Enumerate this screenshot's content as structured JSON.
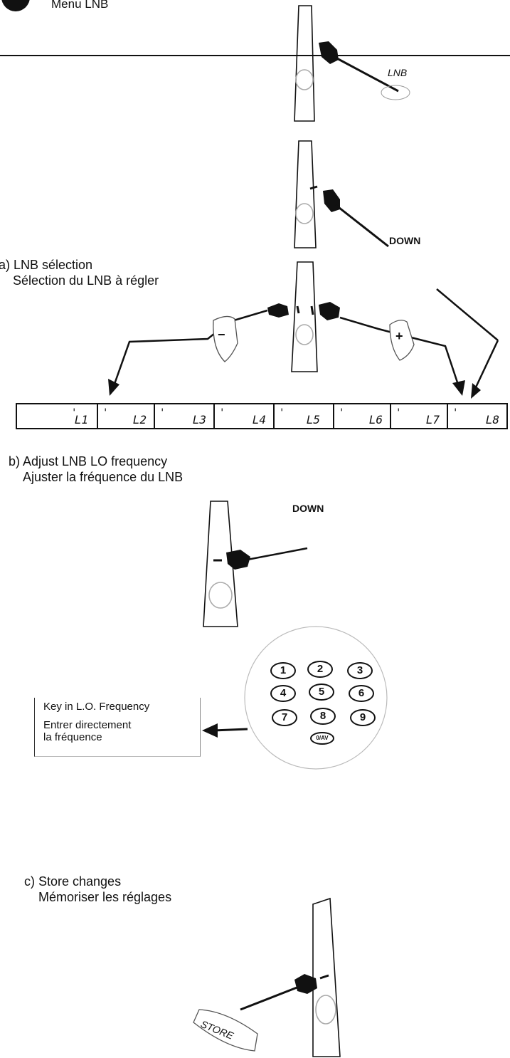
{
  "header": {
    "menu_title": "Menu LNB"
  },
  "step1": {
    "button_label": "LNB"
  },
  "step2": {
    "button_label": "DOWN"
  },
  "section_a": {
    "title": "a) LNB sélection",
    "subtitle": "Sélection du LNB à régler",
    "minus_label": "−",
    "plus_label": "+",
    "lnb_slots": [
      "L1",
      "L2",
      "L3",
      "L4",
      "L5",
      "L6",
      "L7",
      "L8"
    ],
    "slot_tick": "'"
  },
  "section_b": {
    "title": "b) Adjust LNB LO frequency",
    "subtitle": "Ajuster la fréquence du LNB",
    "button_label": "DOWN",
    "note_line1": "Key in L.O. Frequency",
    "note_line2": "Entrer directement",
    "note_line3": "la fréquence",
    "keypad": [
      "1",
      "2",
      "3",
      "4",
      "5",
      "6",
      "7",
      "8",
      "9",
      "0/AV"
    ]
  },
  "section_c": {
    "title": "c) Store changes",
    "subtitle": "Mémoriser les réglages",
    "button_label": "STORE"
  }
}
